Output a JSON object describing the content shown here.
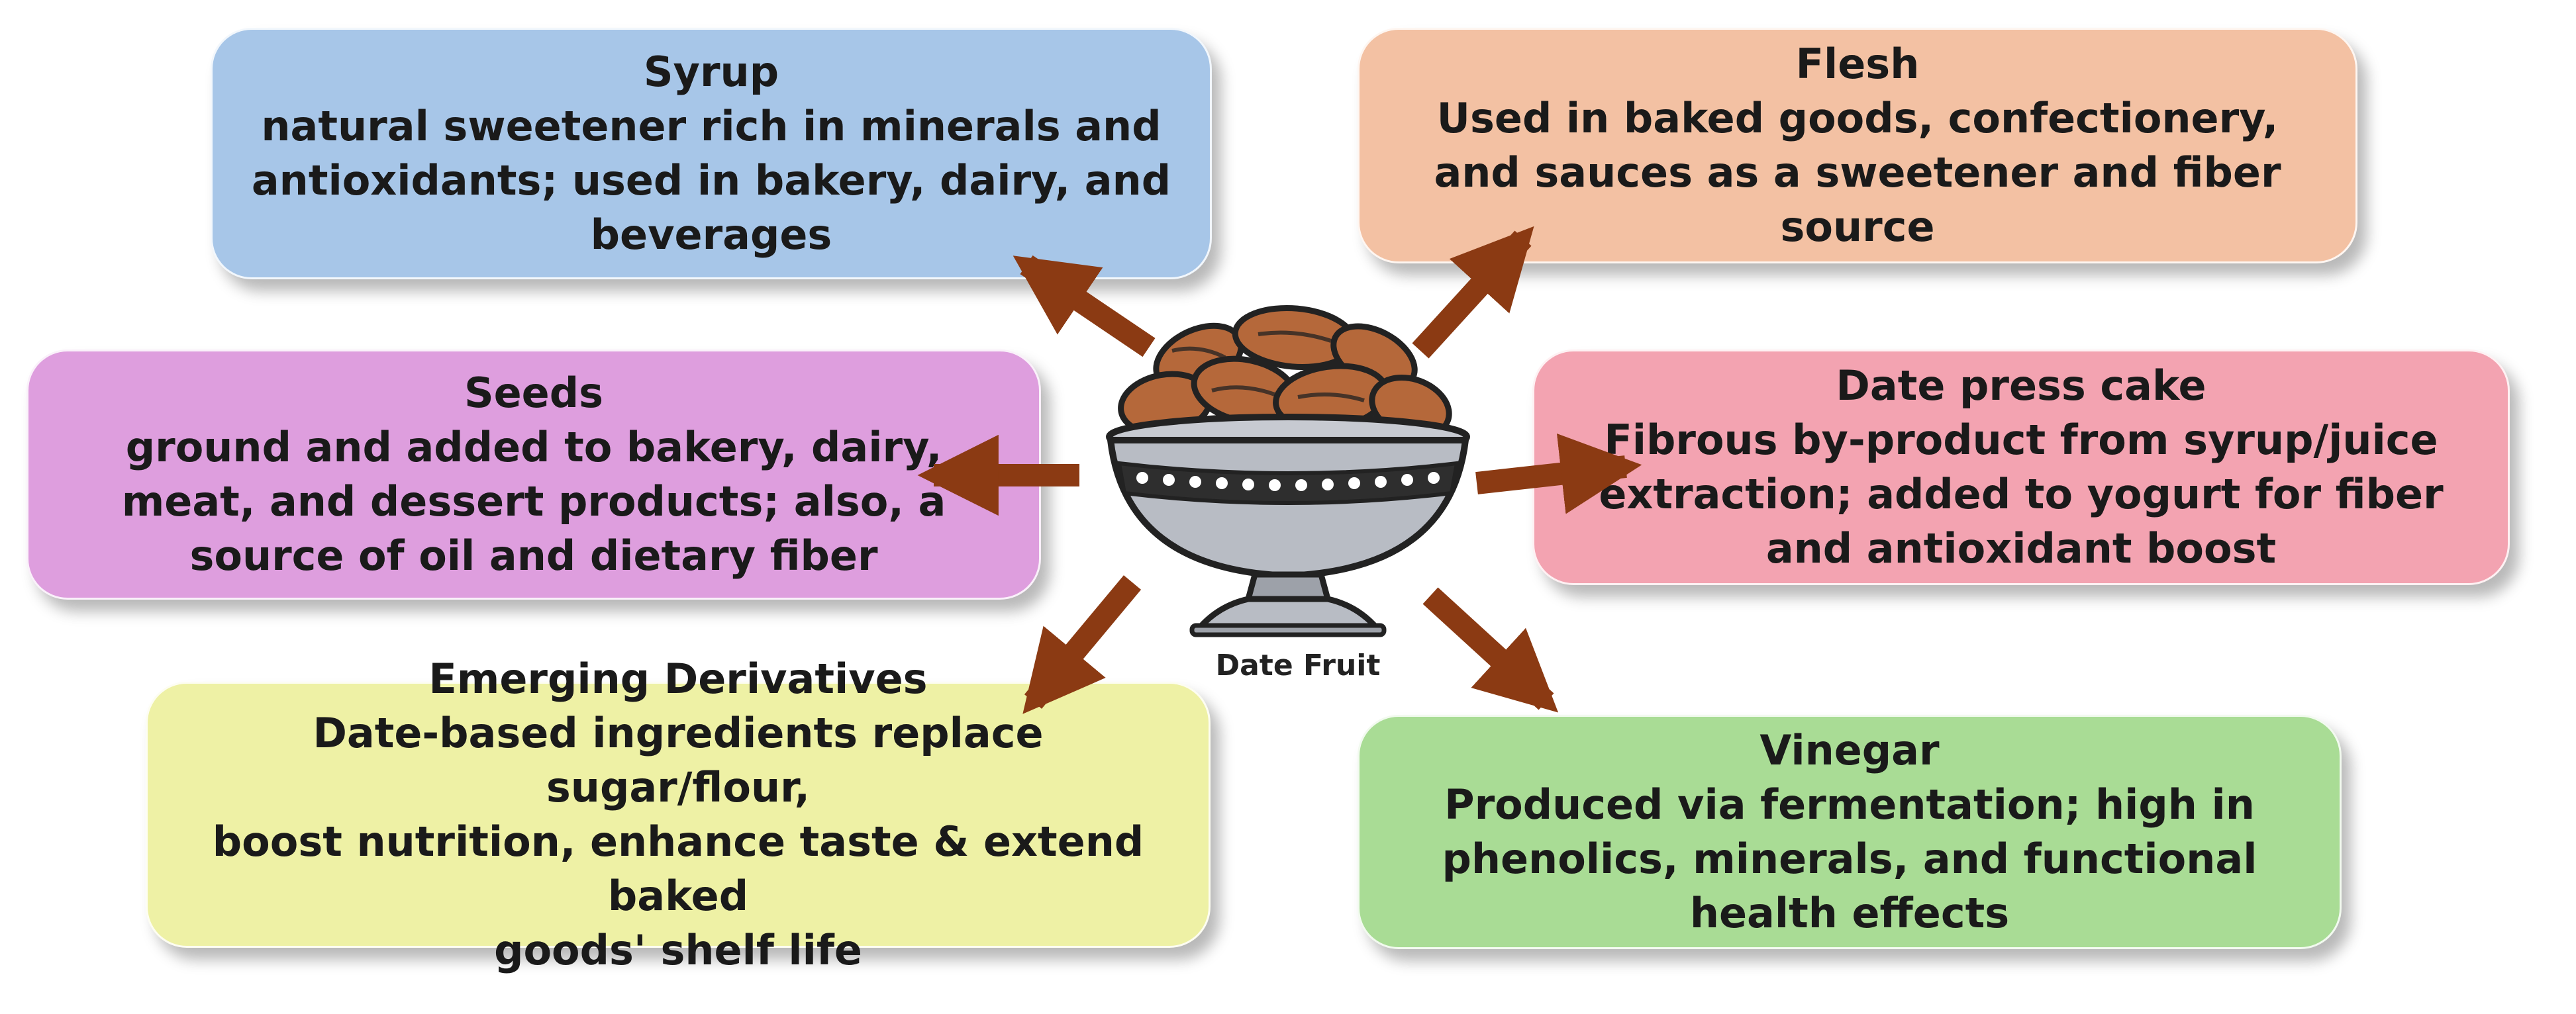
{
  "center": {
    "label": "Date Fruit",
    "icon": "date-bowl-icon"
  },
  "boxes": {
    "syrup": {
      "title": "Syrup",
      "lines": [
        "natural sweetener rich in minerals and",
        "antioxidants; used in bakery, dairy, and",
        "beverages"
      ],
      "color": "#a7c6e8"
    },
    "flesh": {
      "title": "Flesh",
      "lines": [
        "Used in baked goods, confectionery,",
        "and sauces as a sweetener and fiber",
        "source"
      ],
      "color": "#f3c1a3"
    },
    "seeds": {
      "title": "Seeds",
      "lines": [
        "ground and added to bakery, dairy,",
        "meat, and dessert products; also, a",
        "source of oil and dietary fiber"
      ],
      "color": "#de9ede"
    },
    "press": {
      "title": "Date press cake",
      "lines": [
        "Fibrous by-product from syrup/juice",
        "extraction; added to yogurt for fiber",
        "and antioxidant boost"
      ],
      "color": "#f3a3b1"
    },
    "emerging": {
      "title": "Emerging Derivatives",
      "lines": [
        "Date-based ingredients replace sugar/flour,",
        "boost nutrition, enhance taste & extend baked",
        "goods' shelf life"
      ],
      "color": "#eef1a5"
    },
    "vinegar": {
      "title": "Vinegar",
      "lines": [
        "Produced via fermentation; high in",
        "phenolics, minerals, and functional",
        "health effects"
      ],
      "color": "#a9dc95"
    }
  },
  "colors": {
    "arrow": "#8b3a13",
    "bowl": "#b8bcc4",
    "bowl_outline": "#222222",
    "date_fruit": "#b5683a"
  }
}
